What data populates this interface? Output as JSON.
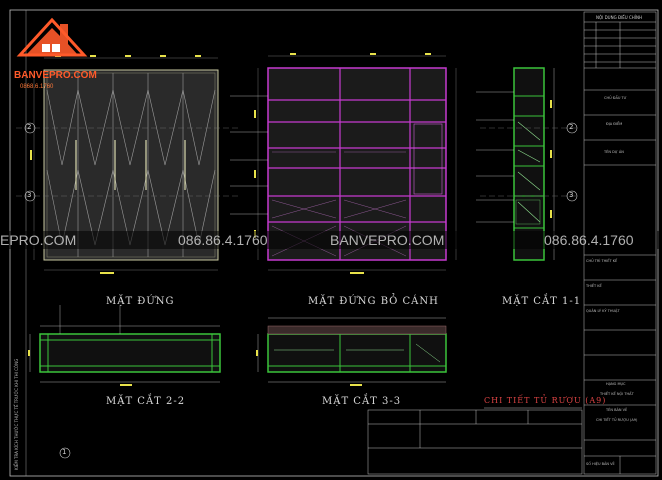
{
  "logo": {
    "brand": "BANVEPRO.COM",
    "phone": "0868.6.1760"
  },
  "watermarks": {
    "site_left": "EPRO.COM",
    "phone_left": "086.86.4.1760",
    "site_center": "BANVEPRO.COM",
    "phone_right": "086.86.4.1760"
  },
  "views": {
    "front": "MẶT ĐỨNG",
    "front_open": "MẶT ĐỨNG BỎ CÁNH",
    "section_1": "MẶT CẮT 1-1",
    "section_2": "MẶT CẮT 2-2",
    "section_3": "MẶT CẮT 3-3"
  },
  "sheet_title": "CHI TIẾT TỦ RƯỢU (A9)",
  "grid_numbers": {
    "a": "2",
    "b": "3",
    "c": "1",
    "d": "1"
  },
  "side_note": "KIỂM TRA KÍCH THƯỚC THỰC TẾ TRƯỚC KHI THI CÔNG",
  "title_block": {
    "header": "NỘI DUNG ĐIỀU CHỈNH",
    "fields": [
      "CHỦ ĐẦU TƯ",
      "ĐỊA ĐIỂM",
      "TÊN DỰ ÁN",
      "CHỦ TRÌ THIẾT KẾ",
      "THIẾT KẾ",
      "QUẢN LÝ KỸ THUẬT",
      "HẠNG MỤC",
      "TÊN BẢN VẼ",
      "SỐ HIỆU BẢN VẼ"
    ],
    "item_label": "THIẾT KẾ NỘI THẤT",
    "drawing_name": "CHI TIẾT TỦ RƯỢU (A9)"
  }
}
